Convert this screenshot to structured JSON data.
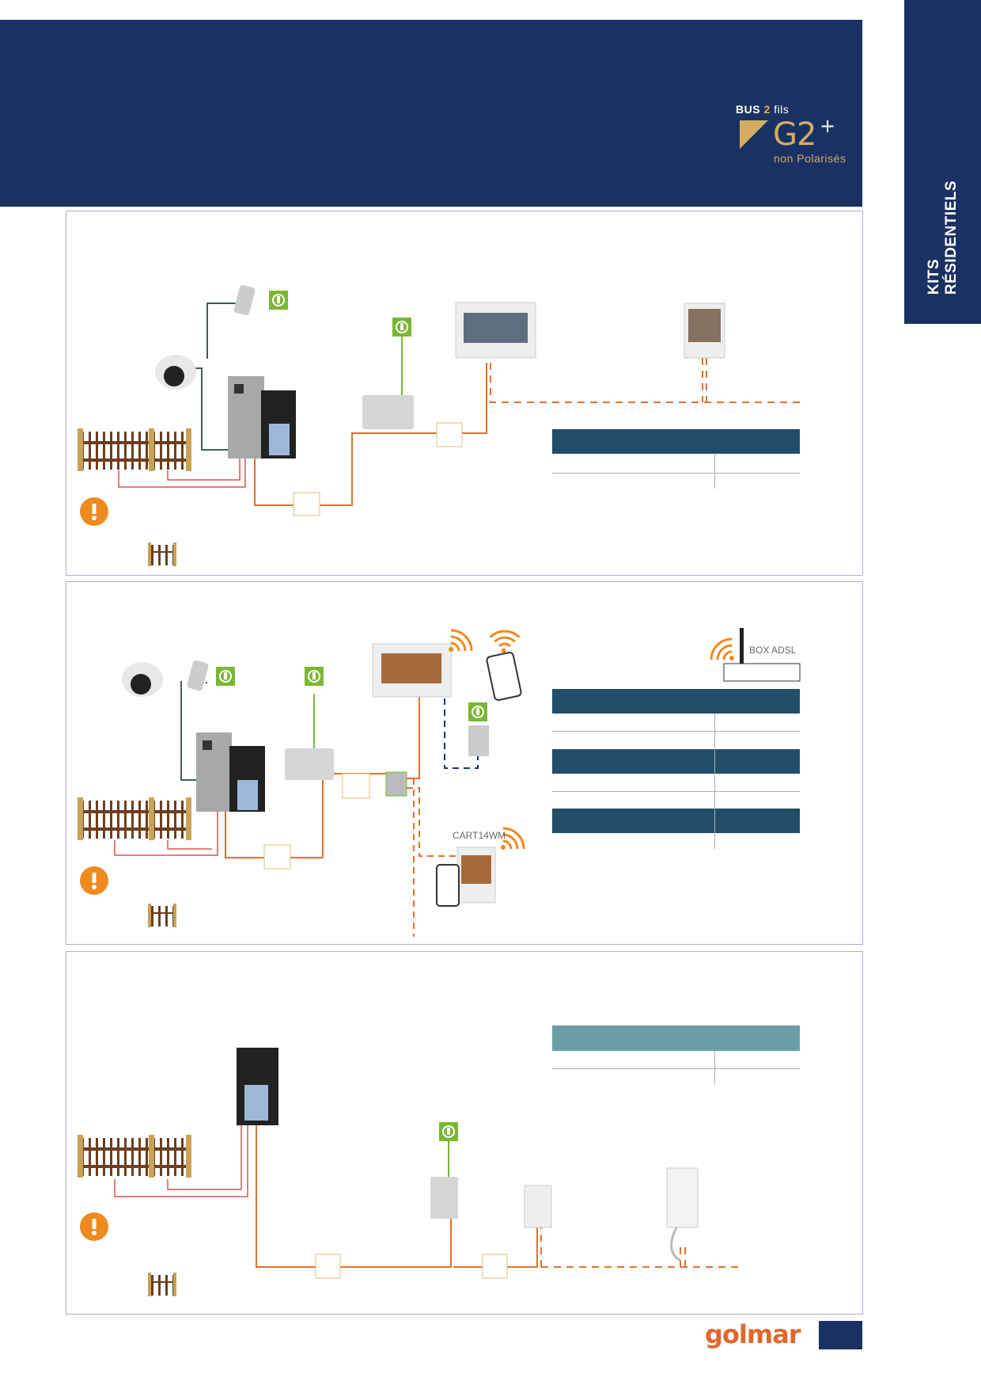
{
  "header": {
    "logo": {
      "bus": "BUS",
      "two": "2",
      "fils": "fils",
      "g2": "G2",
      "plus": "+",
      "subtitle": "non Polarisés"
    }
  },
  "side_tab": {
    "line1": "KITS",
    "line2": "RÉSIDENTIELS"
  },
  "panel2": {
    "router_label": "BOX ADSL",
    "monitor_label": "CART14WM"
  },
  "footer": {
    "brand": "golmar"
  },
  "colors": {
    "navy": "#1a3263",
    "table_header": "#224d68",
    "table_header_teal": "#6c9ea5",
    "wire_orange": "#e0732e",
    "wire_red": "#d9534f",
    "power_green": "#7ab833",
    "gold": "#d4ad63"
  }
}
